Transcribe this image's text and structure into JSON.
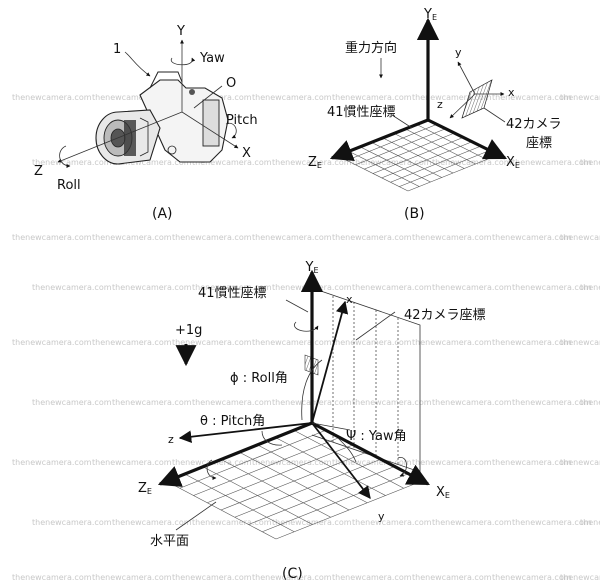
{
  "panel_a": {
    "caption": "(A)",
    "ref_number": "1",
    "y_axis": "Y",
    "yaw": "Yaw",
    "origin": "O",
    "pitch": "Pitch",
    "x_axis": "X",
    "z_axis": "Z",
    "roll": "Roll"
  },
  "panel_b": {
    "caption": "(B)",
    "gravity": "重力方向",
    "inertial_frame": "41慣性座標",
    "camera_frame_line1": "42カメラ",
    "camera_frame_line2": "座標",
    "ye_base": "Y",
    "ye_sub": "E",
    "xe_base": "X",
    "xe_sub": "E",
    "ze_base": "Z",
    "ze_sub": "E",
    "cam_x": "x",
    "cam_y": "y",
    "cam_z": "z"
  },
  "panel_c": {
    "caption": "(C)",
    "inertial_frame": "41慣性座標",
    "camera_frame": "42カメラ座標",
    "plus_1g": "+1g",
    "roll_angle": "ϕ : Roll角",
    "pitch_angle": "θ : Pitch角",
    "yaw_angle": "Ψ : Yaw角",
    "horizontal_plane": "水平面",
    "ye_base": "Y",
    "ye_sub": "E",
    "xe_base": "X",
    "xe_sub": "E",
    "ze_base": "Z",
    "ze_sub": "E",
    "cam_x": "x",
    "cam_y": "y",
    "cam_z": "z"
  },
  "watermark": "thenewcamera.com"
}
